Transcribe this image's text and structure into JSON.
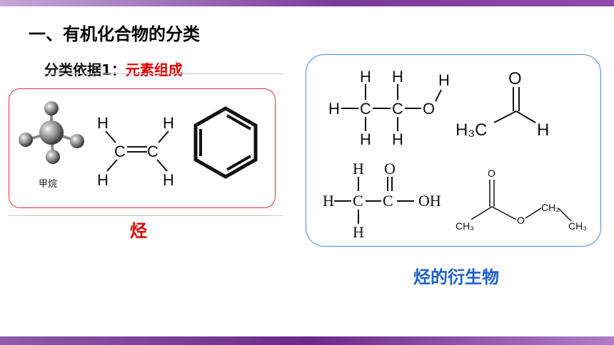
{
  "title": "一、有机化合物的分类",
  "basis": {
    "prefix": "分类依据1：",
    "highlight": "元素组成"
  },
  "hydrocarbon": {
    "label": "烃",
    "methane_label": "甲烷"
  },
  "derivative": {
    "label": "烃的衍生物"
  },
  "atoms": {
    "H": "H",
    "C": "C",
    "O": "O",
    "OH": "OH",
    "H3C": "H₃C",
    "CH3": "CH₃",
    "CH2": "CH₂"
  },
  "colors": {
    "red": "#e00000",
    "blue": "#1f5fc8",
    "accent_purple": "#7a3a9a"
  }
}
